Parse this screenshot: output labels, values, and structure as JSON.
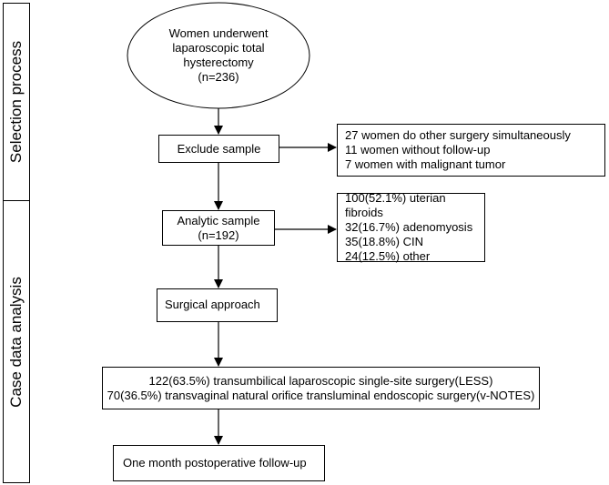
{
  "side_labels": {
    "selection": "Selection process",
    "analysis": "Case data analysis"
  },
  "start": {
    "lines": [
      "Women underwent",
      "laparoscopic total",
      "hysterectomy",
      "(n=236)"
    ]
  },
  "exclude": {
    "label": "Exclude sample",
    "reasons": [
      "27 women do other surgery simultaneously",
      "11 women without follow-up",
      "7 women with malignant tumor"
    ]
  },
  "analytic": {
    "lines": [
      "Analytic sample",
      "(n=192)"
    ],
    "diagnoses": [
      "100(52.1%) uterian fibroids",
      "32(16.7%) adenomyosis",
      "35(18.8%) CIN",
      "24(12.5%) other"
    ]
  },
  "surgical": {
    "label": "Surgical approach"
  },
  "approaches": [
    "122(63.5%) transumbilical laparoscopic single-site surgery(LESS)",
    "70(36.5%) transvaginal natural orifice transluminal endoscopic surgery(v-NOTES)"
  ],
  "followup": {
    "label": "One month postoperative follow-up"
  }
}
